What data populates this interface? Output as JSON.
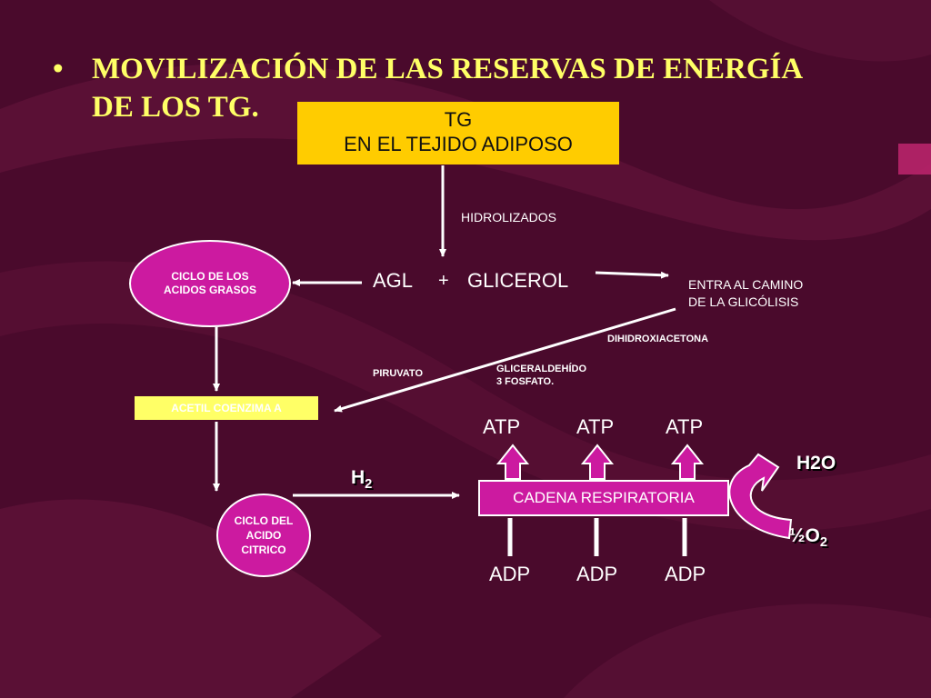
{
  "title": {
    "bullet": "•",
    "line1": "MOVILIZACIÓN DE LAS RESERVAS DE ENERGÍA",
    "line2": "DE LOS TG."
  },
  "tg_box": {
    "line1": "TG",
    "line2": "EN EL TEJIDO ADIPOSO"
  },
  "labels": {
    "hidrolizados": "HIDROLIZADOS",
    "agl": "AGL",
    "plus": "+",
    "glicerol": "GLICEROL",
    "entra_line1": "ENTRA AL CAMINO",
    "entra_line2": "DE LA GLICÓLISIS",
    "dihidroxiacetona": "DIHIDROXIACETONA",
    "gliceraldehido_line1": "GLICERALDEHÍDO",
    "gliceraldehido_line2": "3 FOSFATO.",
    "piruvato": "PIRUVATO",
    "h2_base": "H",
    "h2_sub": "2",
    "h2o": "H2O",
    "half_o2_base": "½O",
    "half_o2_sub": "2"
  },
  "nodes": {
    "ciclo_grasos_line1": "CICLO DE LOS",
    "ciclo_grasos_line2": "ACIDOS GRASOS",
    "acetil": "ACETIL COENZIMA A",
    "ciclo_citrico_line1": "CICLO DEL",
    "ciclo_citrico_line2": "ACIDO",
    "ciclo_citrico_line3": "CITRICO",
    "cadena": "CADENA RESPIRATORIA"
  },
  "atp": [
    "ATP",
    "ATP",
    "ATP"
  ],
  "adp": [
    "ADP",
    "ADP",
    "ADP"
  ],
  "colors": {
    "background": "#4a0a2c",
    "title": "#ffff66",
    "tg_box": "#ffcc00",
    "node_fill": "#cc1aa0",
    "arrow": "#ffffff"
  }
}
